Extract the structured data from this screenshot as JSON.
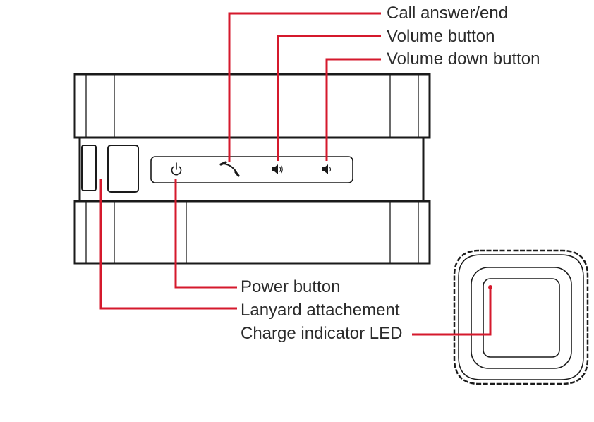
{
  "labels": {
    "call": "Call answer/end",
    "volume_up": "Volume  button",
    "volume_down": "Volume down button",
    "power": "Power button",
    "lanyard": "Lanyard attachement",
    "led": "Charge indicator LED"
  },
  "colors": {
    "callout_line": "#d5192c",
    "outline": "#1a1a1a",
    "text": "#2a2a2a",
    "background": "#ffffff"
  },
  "icons": {
    "power": "power-icon",
    "call": "phone-handset-icon",
    "volume_up": "speaker-loud-icon",
    "volume_down": "speaker-soft-icon"
  }
}
